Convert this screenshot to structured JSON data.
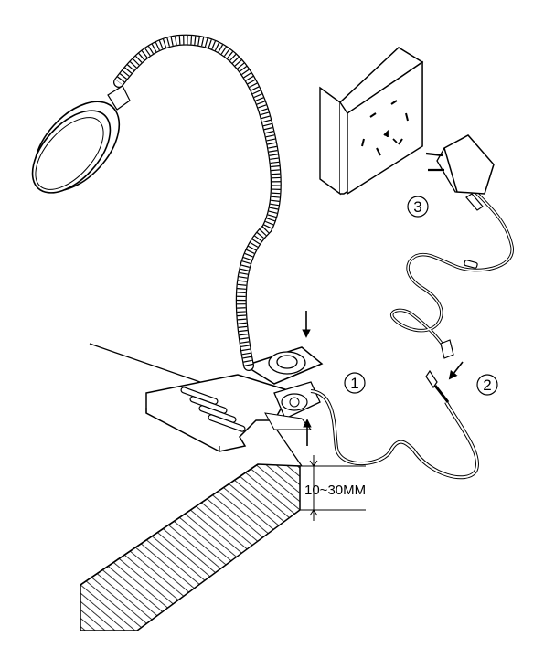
{
  "steps": [
    {
      "number": "1"
    },
    {
      "number": "2"
    },
    {
      "number": "3"
    }
  ],
  "clamp_range": "10~30MM"
}
